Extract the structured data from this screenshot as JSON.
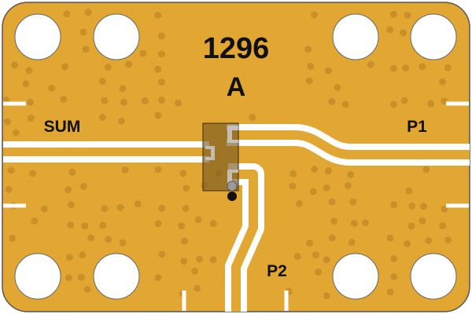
{
  "board": {
    "part_number": "1296",
    "revision": "A",
    "ports": {
      "sum": "SUM",
      "p1": "P1",
      "p2": "P2"
    }
  },
  "colors": {
    "board": "#e2a732",
    "via": "#c8902a",
    "gap": "#ffffff",
    "component": "#7a5a22",
    "pad": "#c9c9c9",
    "outline": "#555555"
  }
}
